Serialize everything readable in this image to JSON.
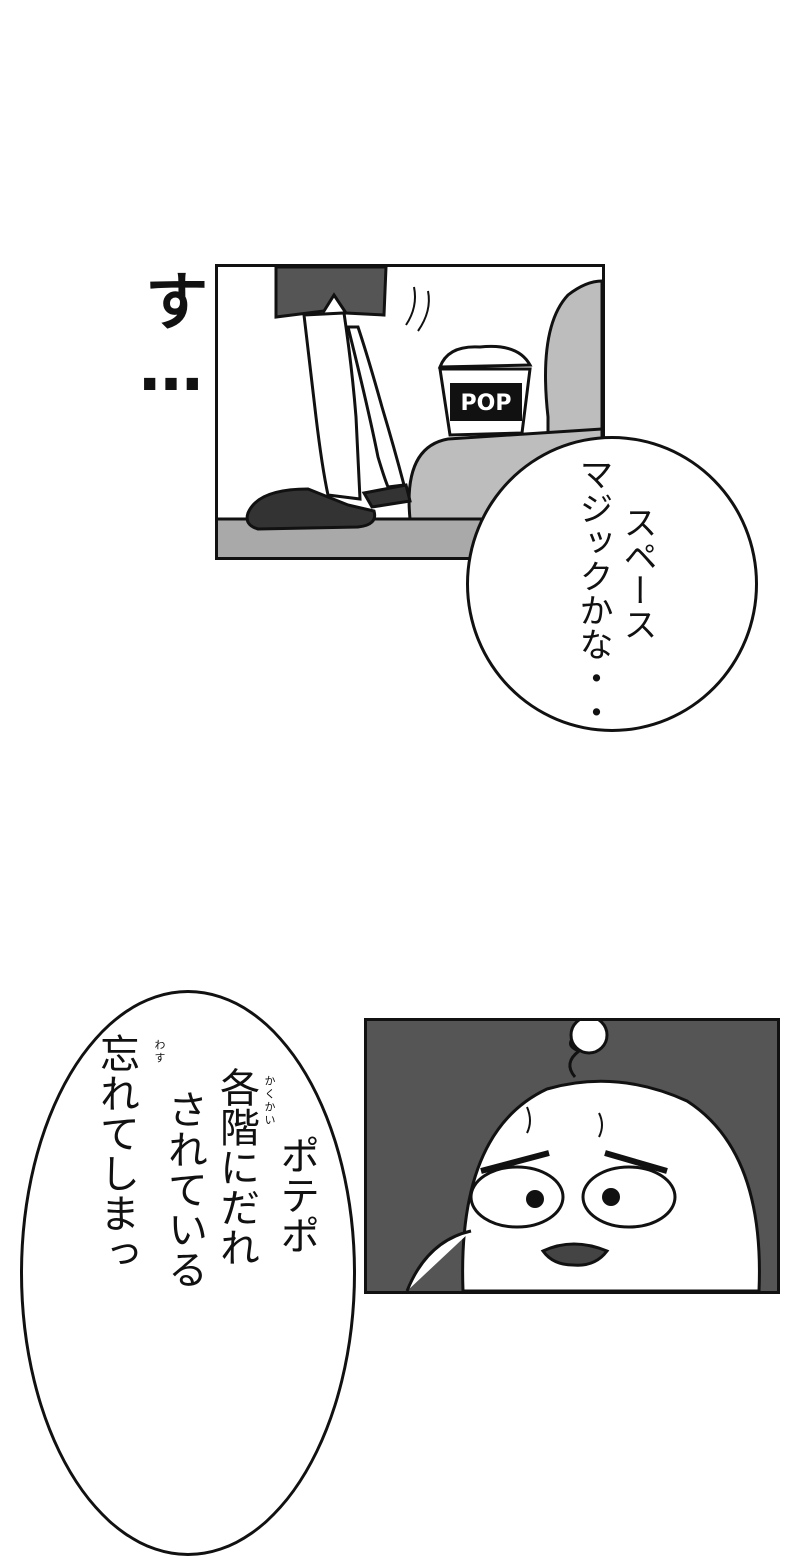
{
  "panel1": {
    "side_text": "す…",
    "popcorn_label": "POP",
    "bubble_lines": [
      "スペース",
      "マジックかな・・"
    ]
  },
  "panel2": {
    "bubble_lines": [
      "忘れてしまっ",
      "各階に",
      "されてい",
      "ポテポ"
    ],
    "bubble_line2_tail": "だれ",
    "bubble_line3_tail": "る",
    "furigana": {
      "wasu": "わす",
      "kakukai": "かくかい"
    }
  },
  "colors": {
    "panel_dark": "#555555",
    "floor_gray": "#a9a9a9",
    "sofa_gray": "#bdbdbd",
    "ink": "#111111"
  }
}
